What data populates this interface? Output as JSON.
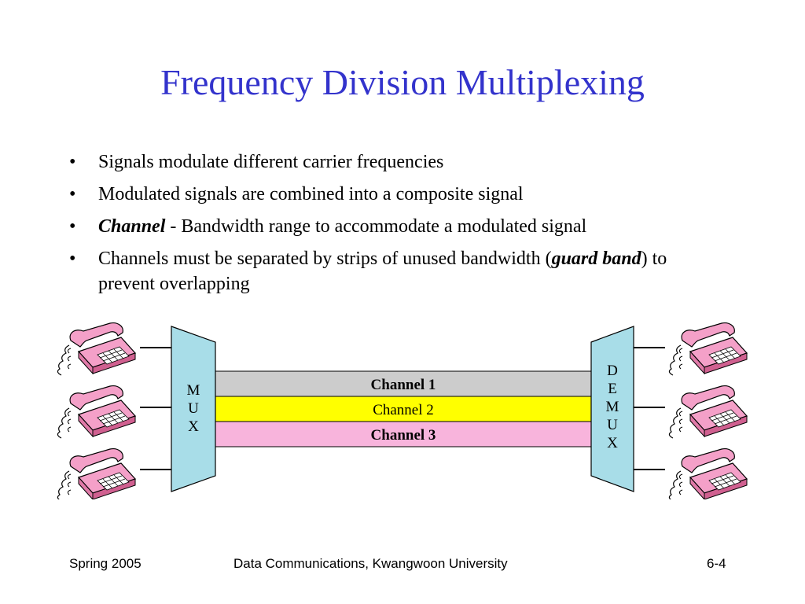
{
  "slide": {
    "title": "Frequency Division Multiplexing",
    "bullets": [
      {
        "text": "Signals modulate different carrier frequencies"
      },
      {
        "text": "Modulated signals are combined into a composite signal"
      },
      {
        "term": "Channel",
        "text": " - Bandwidth range to accommodate a modulated signal"
      },
      {
        "before": "Channels must be separated by strips of unused bandwidth (",
        "term": "guard band",
        "after": ") to prevent overlapping"
      }
    ]
  },
  "diagram": {
    "mux_label": [
      "M",
      "U",
      "X"
    ],
    "demux_label": [
      "D",
      "E",
      "M",
      "U",
      "X"
    ],
    "channels": [
      {
        "label": "Channel 1",
        "color": "#cccccc",
        "bold": true
      },
      {
        "label": "Channel 2",
        "color": "#ffff00",
        "bold": false
      },
      {
        "label": "Channel 3",
        "color": "#f8b4dc",
        "bold": true
      }
    ],
    "colors": {
      "mux": "#a8dde8",
      "phone": "#f4a0c8",
      "phone_dark": "#d06090"
    },
    "phone_icon": "telephone-icon"
  },
  "footer": {
    "left": "Spring 2005",
    "center": "Data Communications, Kwangwoon University",
    "right": "6-4"
  }
}
